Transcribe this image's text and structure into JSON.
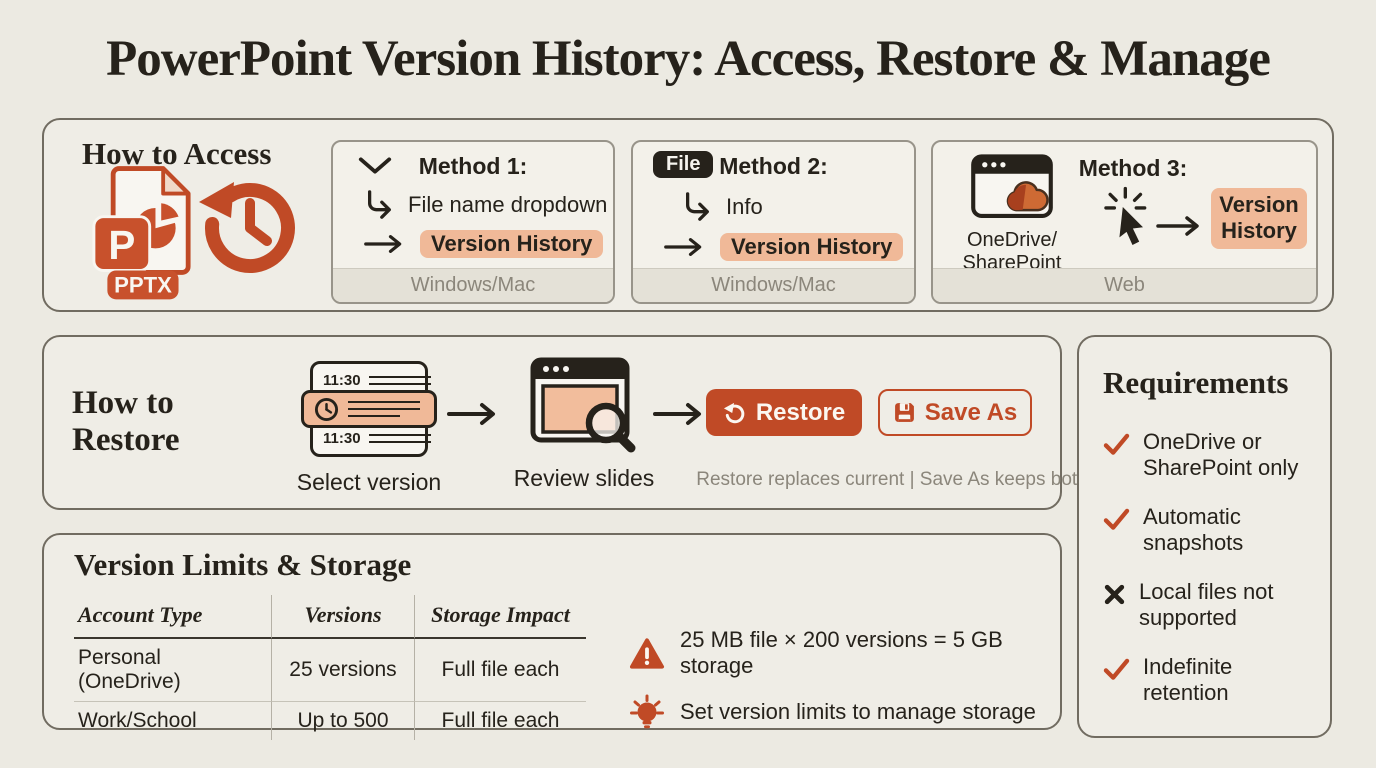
{
  "title": "PowerPoint Version History: Access, Restore & Manage",
  "colors": {
    "accent": "#C04A26",
    "highlight": "#F0B998",
    "ink": "#26221B",
    "muted": "#8B867B"
  },
  "access": {
    "heading": "How to Access",
    "file_icon": {
      "letter": "P",
      "label": "PPTX"
    },
    "methods": [
      {
        "label": "Method 1:",
        "step1": "File name dropdown",
        "step2": "Version History",
        "platform": "Windows/Mac"
      },
      {
        "label": "Method 2:",
        "badge": "File",
        "step1": "Info",
        "step2": "Version History",
        "platform": "Windows/Mac"
      },
      {
        "label": "Method 3:",
        "source_line1": "OneDrive/",
        "source_line2": "SharePoint web",
        "step2": "Version History",
        "platform": "Web"
      }
    ]
  },
  "restore": {
    "heading_line1": "How to",
    "heading_line2": "Restore",
    "version_time": "11:30",
    "step1_label": "Select version",
    "step2_label": "Review slides",
    "restore_button": "Restore",
    "save_as_button": "Save As",
    "note": "Restore replaces current | Save As keeps both"
  },
  "requirements": {
    "heading": "Requirements",
    "items": [
      {
        "icon": "check",
        "text": "OneDrive or SharePoint only"
      },
      {
        "icon": "check",
        "text": "Automatic snapshots"
      },
      {
        "icon": "cross",
        "text": "Local files not supported"
      },
      {
        "icon": "check",
        "text": "Indefinite retention"
      }
    ]
  },
  "limits": {
    "heading": "Version Limits & Storage",
    "table": {
      "headers": [
        "Account Type",
        "Versions",
        "Storage Impact"
      ],
      "rows": [
        [
          "Personal (OneDrive)",
          "25 versions",
          "Full file each"
        ],
        [
          "Work/School",
          "Up to 500",
          "Full file each"
        ]
      ]
    },
    "warning": "25 MB file × 200 versions = 5 GB storage",
    "tip": "Set version limits to manage storage"
  }
}
